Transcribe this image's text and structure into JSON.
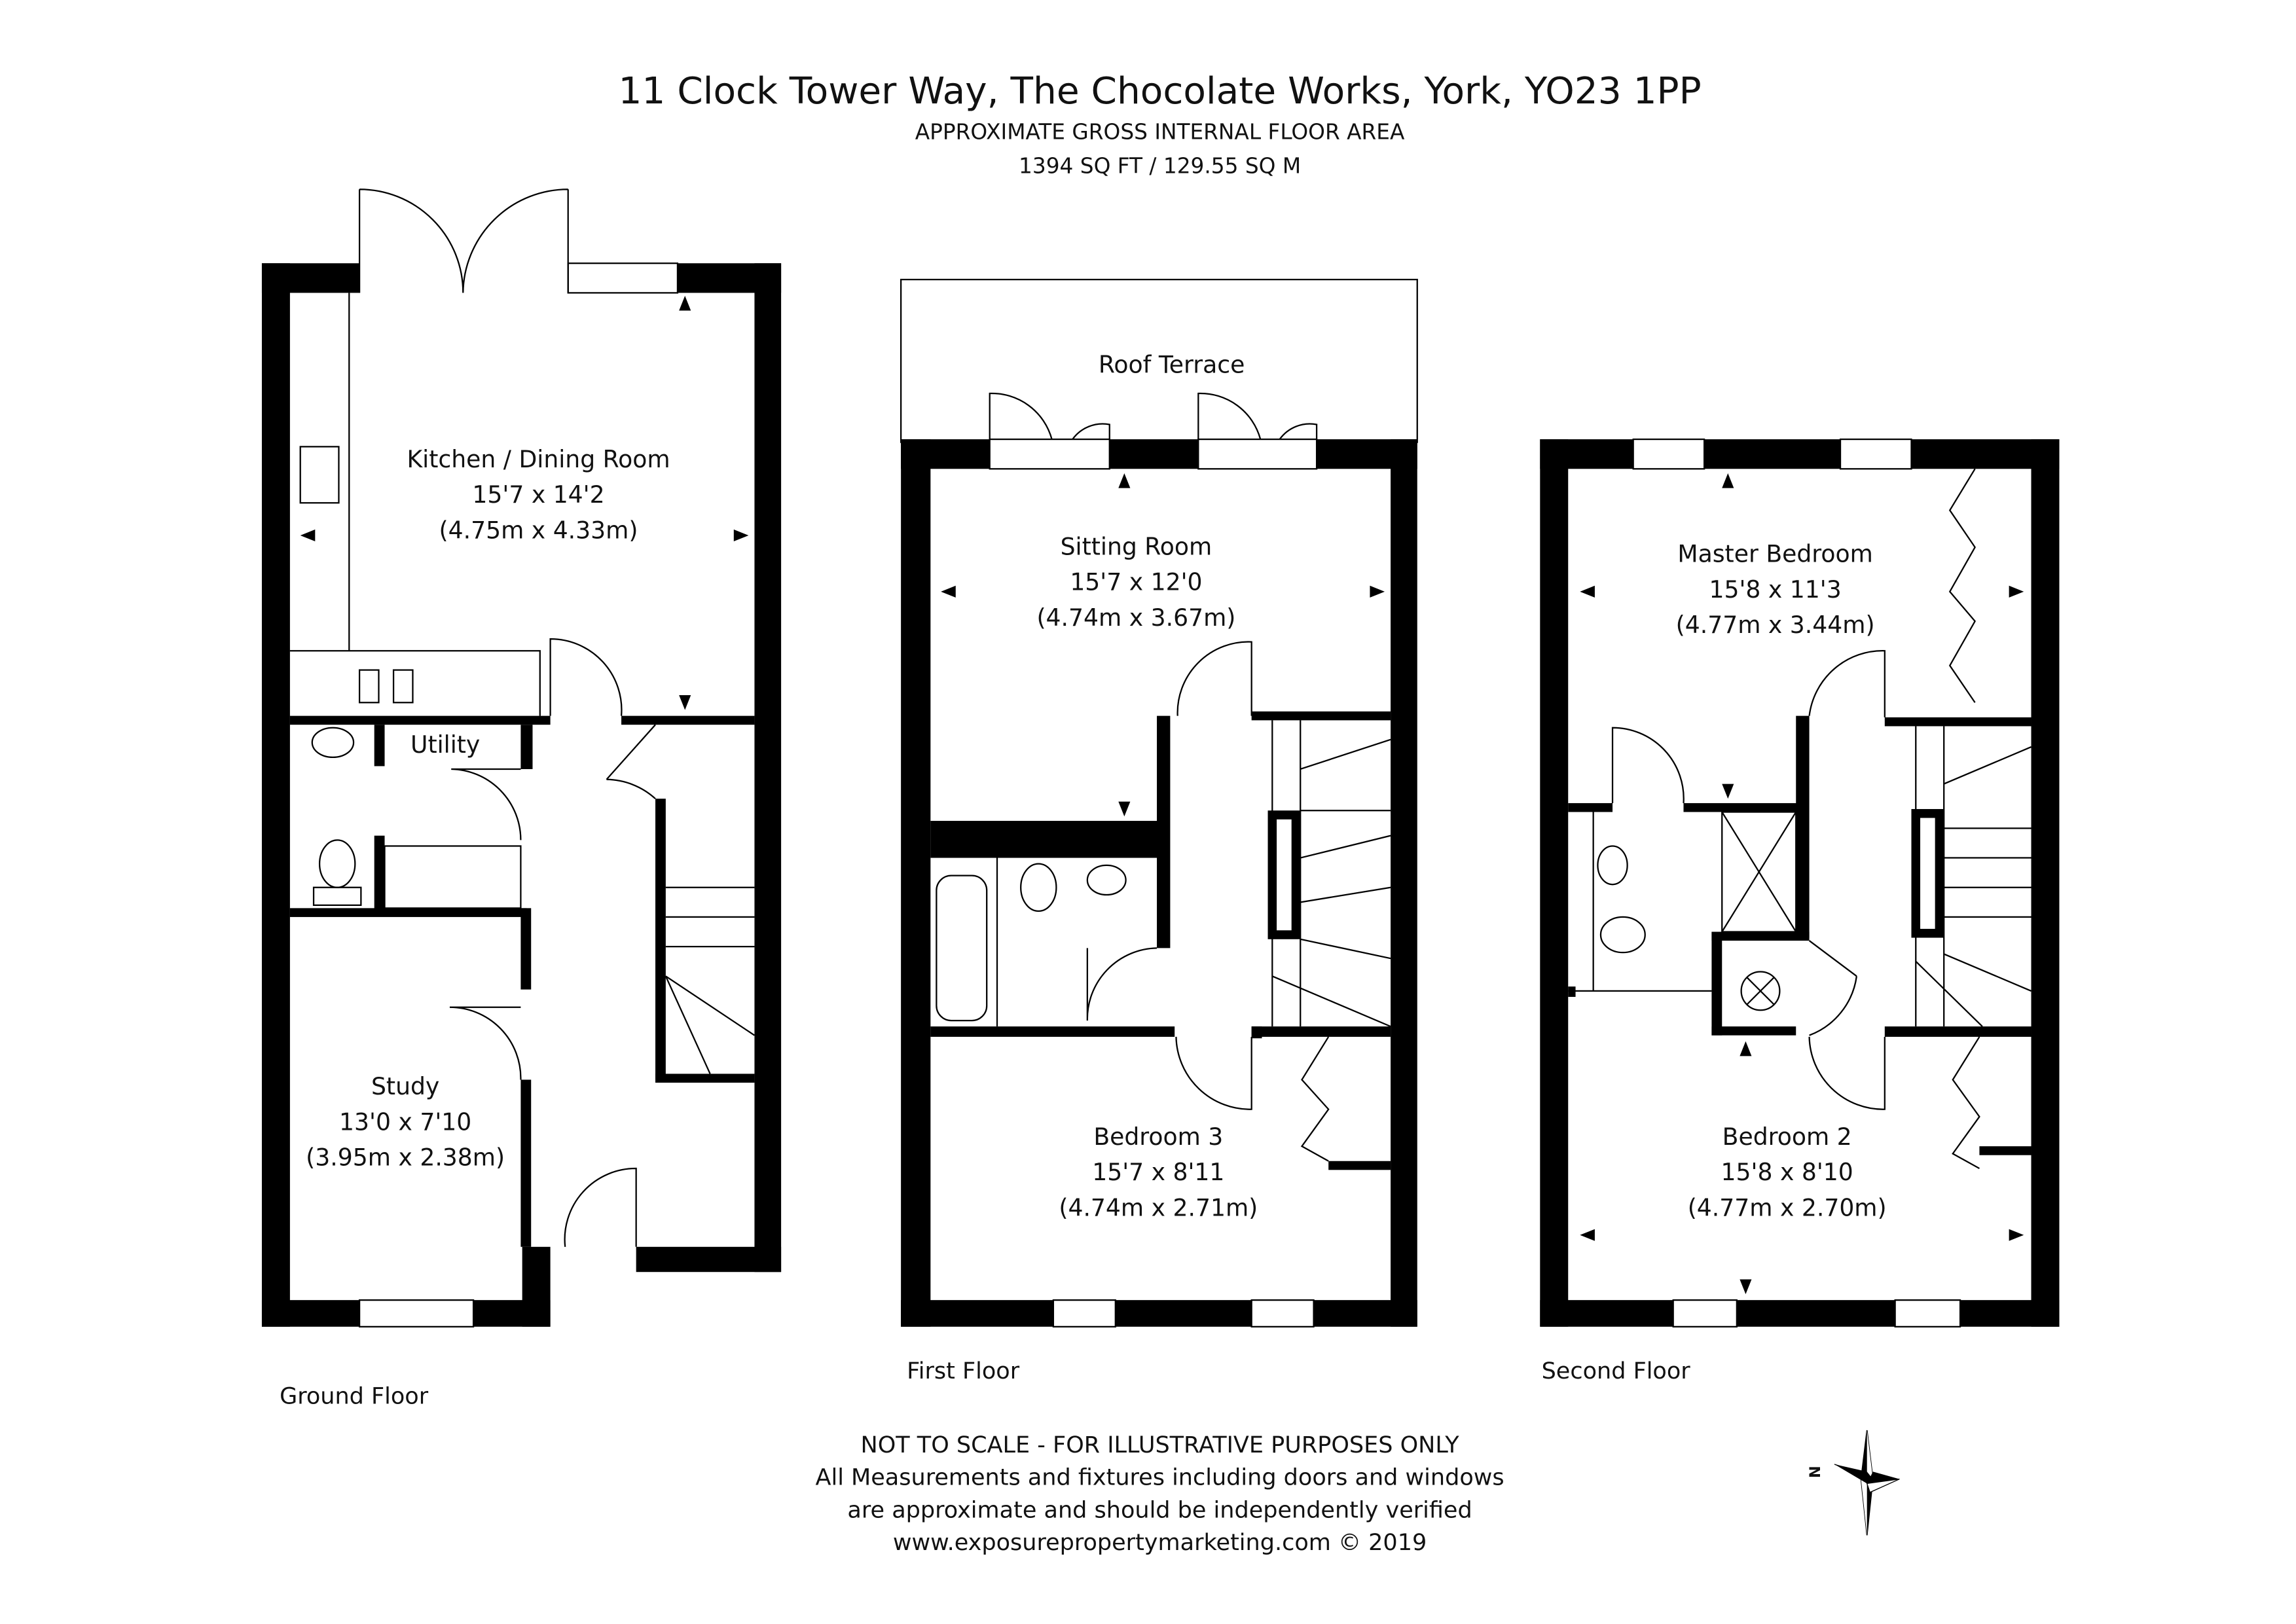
{
  "header": {
    "title": "11 Clock Tower Way, The Chocolate Works, York, YO23 1PP",
    "subtitle": "APPROXIMATE GROSS INTERNAL FLOOR AREA",
    "area": "1394 SQ FT / 129.55 SQ M"
  },
  "floors": {
    "ground": {
      "label": "Ground Floor",
      "rooms": {
        "kitchen": {
          "name": "Kitchen / Dining Room",
          "imperial": "15'7 x 14'2",
          "metric": "(4.75m x 4.33m)"
        },
        "utility": {
          "name": "Utility"
        },
        "study": {
          "name": "Study",
          "imperial": "13'0 x 7'10",
          "metric": "(3.95m x 2.38m)"
        }
      }
    },
    "first": {
      "label": "First Floor",
      "rooms": {
        "terrace": {
          "name": "Roof Terrace"
        },
        "sitting": {
          "name": "Sitting Room",
          "imperial": "15'7 x 12'0",
          "metric": "(4.74m x 3.67m)"
        },
        "bedroom3": {
          "name": "Bedroom 3",
          "imperial": "15'7 x 8'11",
          "metric": "(4.74m x 2.71m)"
        }
      }
    },
    "second": {
      "label": "Second Floor",
      "rooms": {
        "master": {
          "name": "Master Bedroom",
          "imperial": "15'8 x 11'3",
          "metric": "(4.77m x 3.44m)"
        },
        "bedroom2": {
          "name": "Bedroom 2",
          "imperial": "15'8 x 8'10",
          "metric": "(4.77m x 2.70m)"
        }
      }
    }
  },
  "footer": {
    "line1": "NOT TO SCALE - FOR ILLUSTRATIVE PURPOSES ONLY",
    "line2": "All Measurements and fixtures including doors and windows",
    "line3": "are approximate and should be independently verified",
    "line4": "www.exposurepropertymarketing.com © 2019"
  },
  "compass": {
    "letter": "N"
  }
}
